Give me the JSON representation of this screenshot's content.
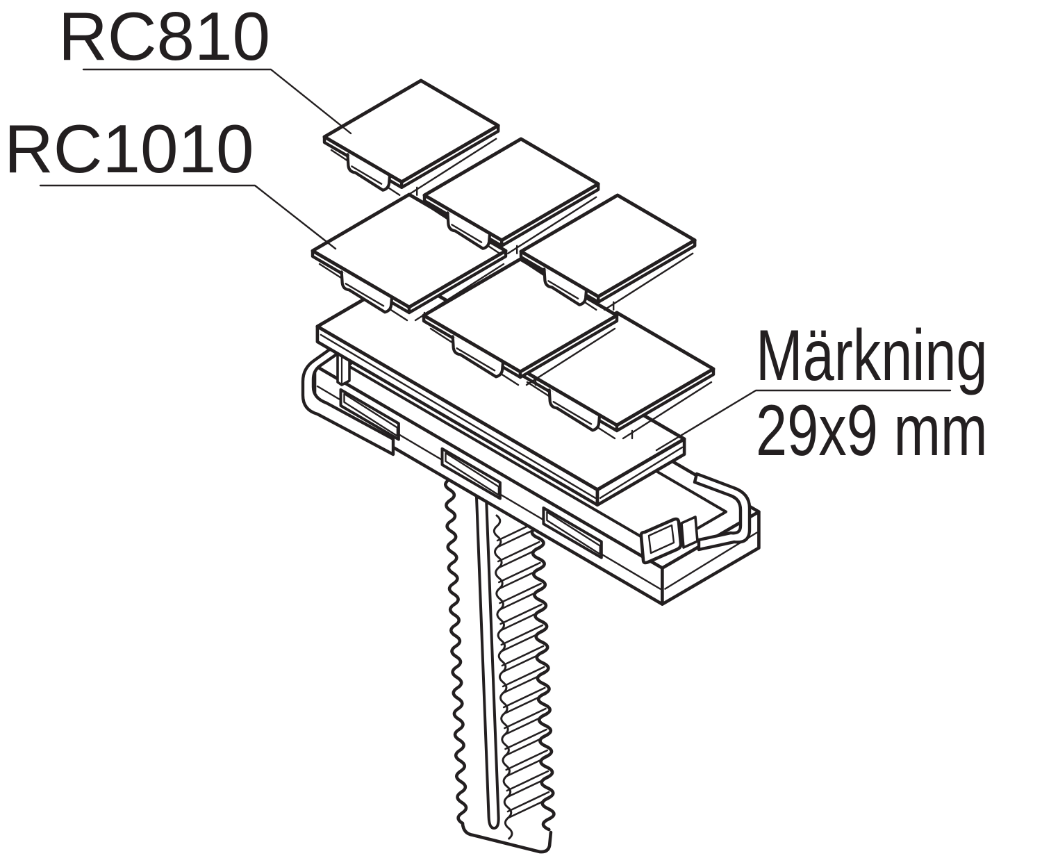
{
  "colors": {
    "background": "#ffffff",
    "ink": "#231f20"
  },
  "labels": {
    "rc810": "RC810",
    "rc1010": "RC1010",
    "marking_title": "Märkning",
    "marking_size": "29x9 mm"
  }
}
